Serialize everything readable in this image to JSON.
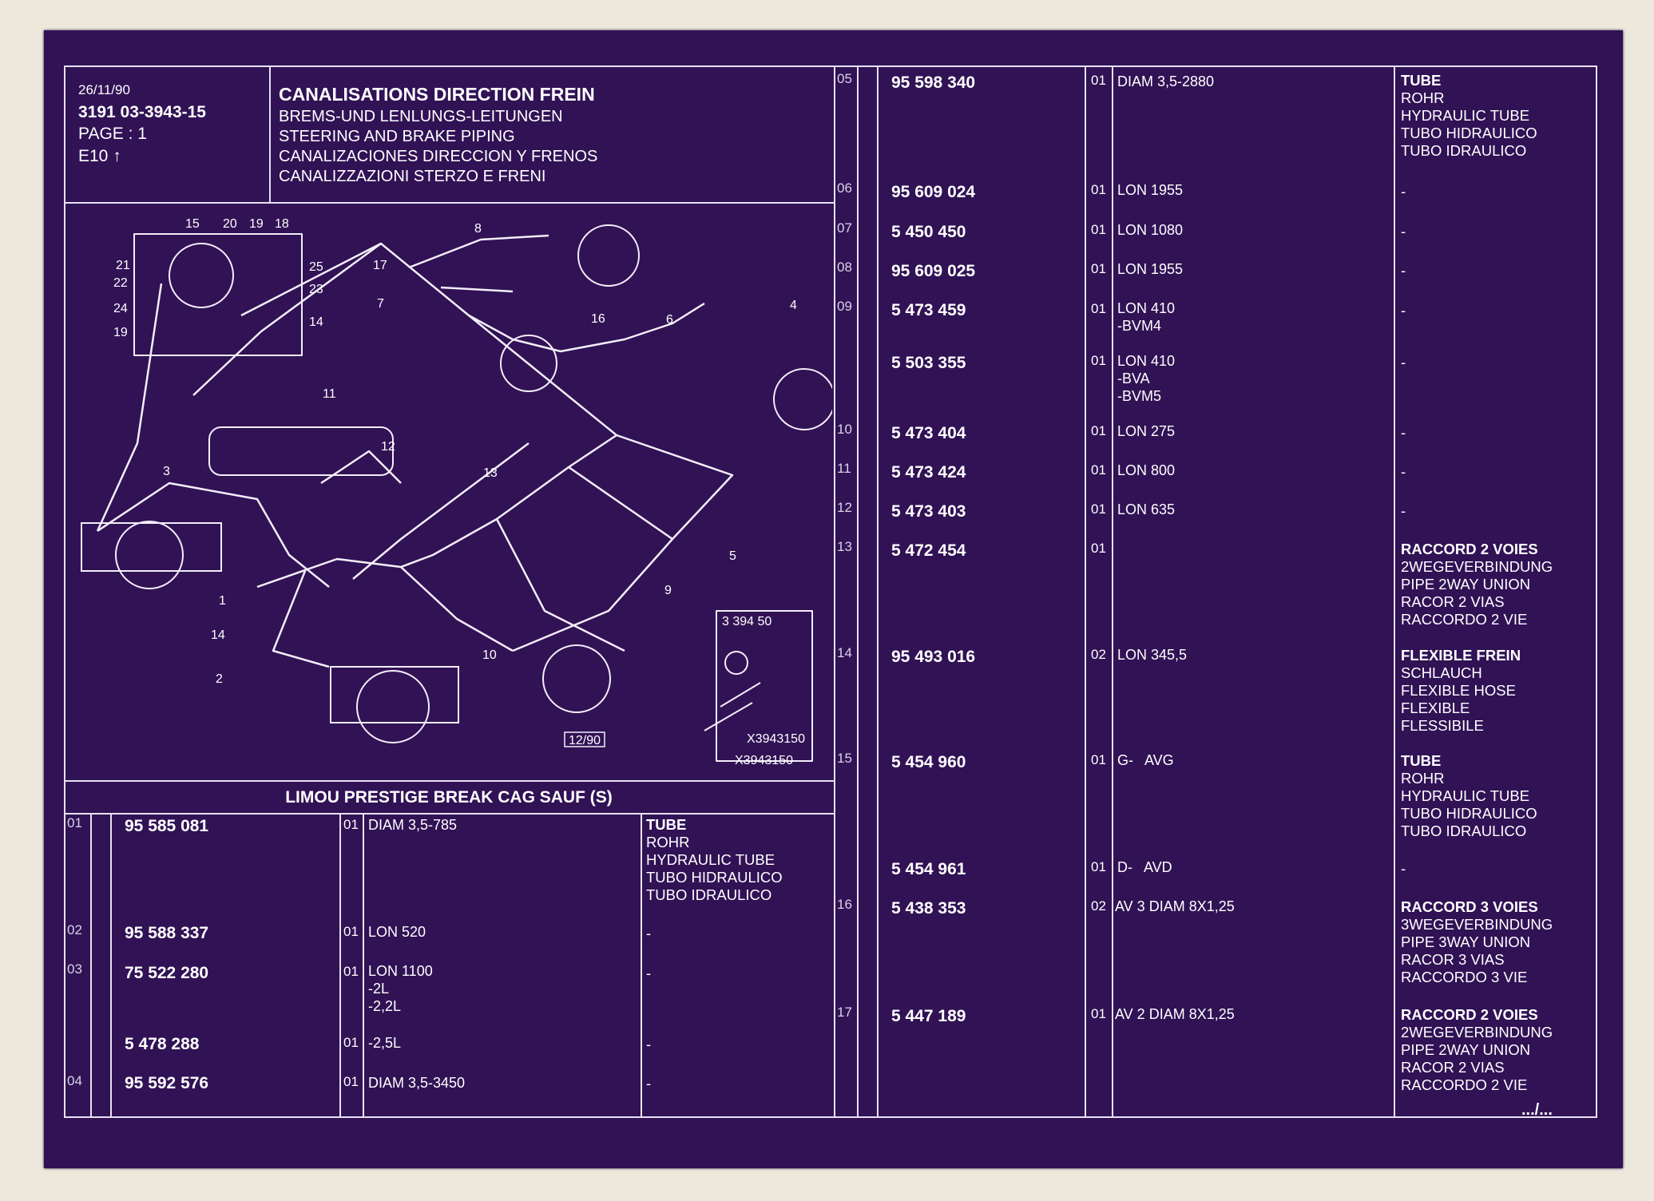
{
  "header": {
    "date": "26/11/90",
    "ref_line": "3191  03-3943-15",
    "page": "PAGE : 1",
    "index": "E10",
    "index_arrow": "↑",
    "title": "CANALISATIONS DIRECTION FREIN",
    "subtitles": [
      "BREMS-UND LENLUNGS-LEITUNGEN",
      "STEERING AND BRAKE PIPING",
      "CANALIZACIONES DIRECCION Y FRENOS",
      "CANALIZZAZIONI STERZO E FRENI"
    ]
  },
  "diagram": {
    "callouts": [
      "15",
      "20",
      "19",
      "18",
      "21",
      "22",
      "24",
      "19",
      "25",
      "23",
      "14",
      "8",
      "17",
      "7",
      "16",
      "6",
      "4",
      "11",
      "12",
      "13",
      "3",
      "5",
      "9",
      "1",
      "14",
      "10",
      "2"
    ],
    "inset_code": "3 394 50",
    "inset_drawing_ref": "X3943150",
    "drawing_ref": "X3943150",
    "date_stamp": "12/90"
  },
  "section_title": "LIMOU PRESTIGE BREAK CAG SAUF (S)",
  "left_rows": [
    {
      "code": "01",
      "part": "95 585 081",
      "qty": "01",
      "spec": "DIAM 3,5-785",
      "desc": [
        "TUBE",
        "ROHR",
        "HYDRAULIC TUBE",
        "TUBO HIDRAULICO",
        "TUBO IDRAULICO"
      ]
    },
    {
      "code": "02",
      "part": "95 588 337",
      "qty": "01",
      "spec": "LON 520",
      "desc": [
        "-"
      ]
    },
    {
      "code": "03",
      "part": "75 522 280",
      "qty": "01",
      "spec": "LON 1100\n-2L\n-2,2L",
      "desc": [
        "-"
      ]
    },
    {
      "code": "",
      "part": "5 478 288",
      "qty": "01",
      "spec": "-2,5L",
      "desc": [
        "-"
      ]
    },
    {
      "code": "04",
      "part": "95 592 576",
      "qty": "01",
      "spec": "DIAM 3,5-3450",
      "desc": [
        "-"
      ]
    }
  ],
  "right_rows": [
    {
      "code": "05",
      "part": "95 598 340",
      "qty": "01",
      "spec": "DIAM 3,5-2880",
      "desc": [
        "TUBE",
        "ROHR",
        "HYDRAULIC TUBE",
        "TUBO HIDRAULICO",
        "TUBO IDRAULICO"
      ]
    },
    {
      "code": "06",
      "part": "95 609 024",
      "qty": "01",
      "spec": "LON 1955",
      "desc": [
        "-"
      ]
    },
    {
      "code": "07",
      "part": "5 450 450",
      "qty": "01",
      "spec": "LON 1080",
      "desc": [
        "-"
      ]
    },
    {
      "code": "08",
      "part": "95 609 025",
      "qty": "01",
      "spec": "LON 1955",
      "desc": [
        "-"
      ]
    },
    {
      "code": "09",
      "part": "5 473 459",
      "qty": "01",
      "spec": "LON 410\n-BVM4",
      "desc": [
        "-"
      ]
    },
    {
      "code": "",
      "part": "5 503 355",
      "qty": "01",
      "spec": "LON 410\n-BVA\n-BVM5",
      "desc": [
        "-"
      ]
    },
    {
      "code": "10",
      "part": "5 473 404",
      "qty": "01",
      "spec": "LON 275",
      "desc": [
        "-"
      ]
    },
    {
      "code": "11",
      "part": "5 473 424",
      "qty": "01",
      "spec": "LON 800",
      "desc": [
        "-"
      ]
    },
    {
      "code": "12",
      "part": "5 473 403",
      "qty": "01",
      "spec": "LON 635",
      "desc": [
        "-"
      ]
    },
    {
      "code": "13",
      "part": "5 472 454",
      "qty": "01",
      "spec": "",
      "desc": [
        "RACCORD 2 VOIES",
        "2WEGEVERBINDUNG",
        "PIPE 2WAY UNION",
        "RACOR 2 VIAS",
        "RACCORDO 2 VIE"
      ]
    },
    {
      "code": "14",
      "part": "95 493 016",
      "qty": "02",
      "spec": "LON 345,5",
      "desc": [
        "FLEXIBLE FREIN",
        "SCHLAUCH",
        "FLEXIBLE HOSE",
        "FLEXIBLE",
        "FLESSIBILE"
      ]
    },
    {
      "code": "15",
      "part": "5 454 960",
      "qty": "01",
      "spec": "G-   AVG",
      "desc": [
        "TUBE",
        "ROHR",
        "HYDRAULIC TUBE",
        "TUBO HIDRAULICO",
        "TUBO IDRAULICO"
      ]
    },
    {
      "code": "",
      "part": "5 454 961",
      "qty": "01",
      "spec": "D-   AVD",
      "desc": [
        "-"
      ]
    },
    {
      "code": "16",
      "part": "5 438 353",
      "qty": "02",
      "spec": "AV 3 DIAM 8X1,25",
      "desc": [
        "RACCORD 3 VOIES",
        "3WEGEVERBINDUNG",
        "PIPE 3WAY UNION",
        "RACOR 3 VIAS",
        "RACCORDO 3 VIE"
      ]
    },
    {
      "code": "17",
      "part": "5 447 189",
      "qty": "01",
      "spec": "AV 2 DIAM 8X1,25",
      "desc": [
        "RACCORD 2 VOIES",
        "2WEGEVERBINDUNG",
        "PIPE 2WAY UNION",
        "RACOR 2 VIAS",
        "RACCORDO 2 VIE"
      ]
    }
  ],
  "continuation": ".../..."
}
